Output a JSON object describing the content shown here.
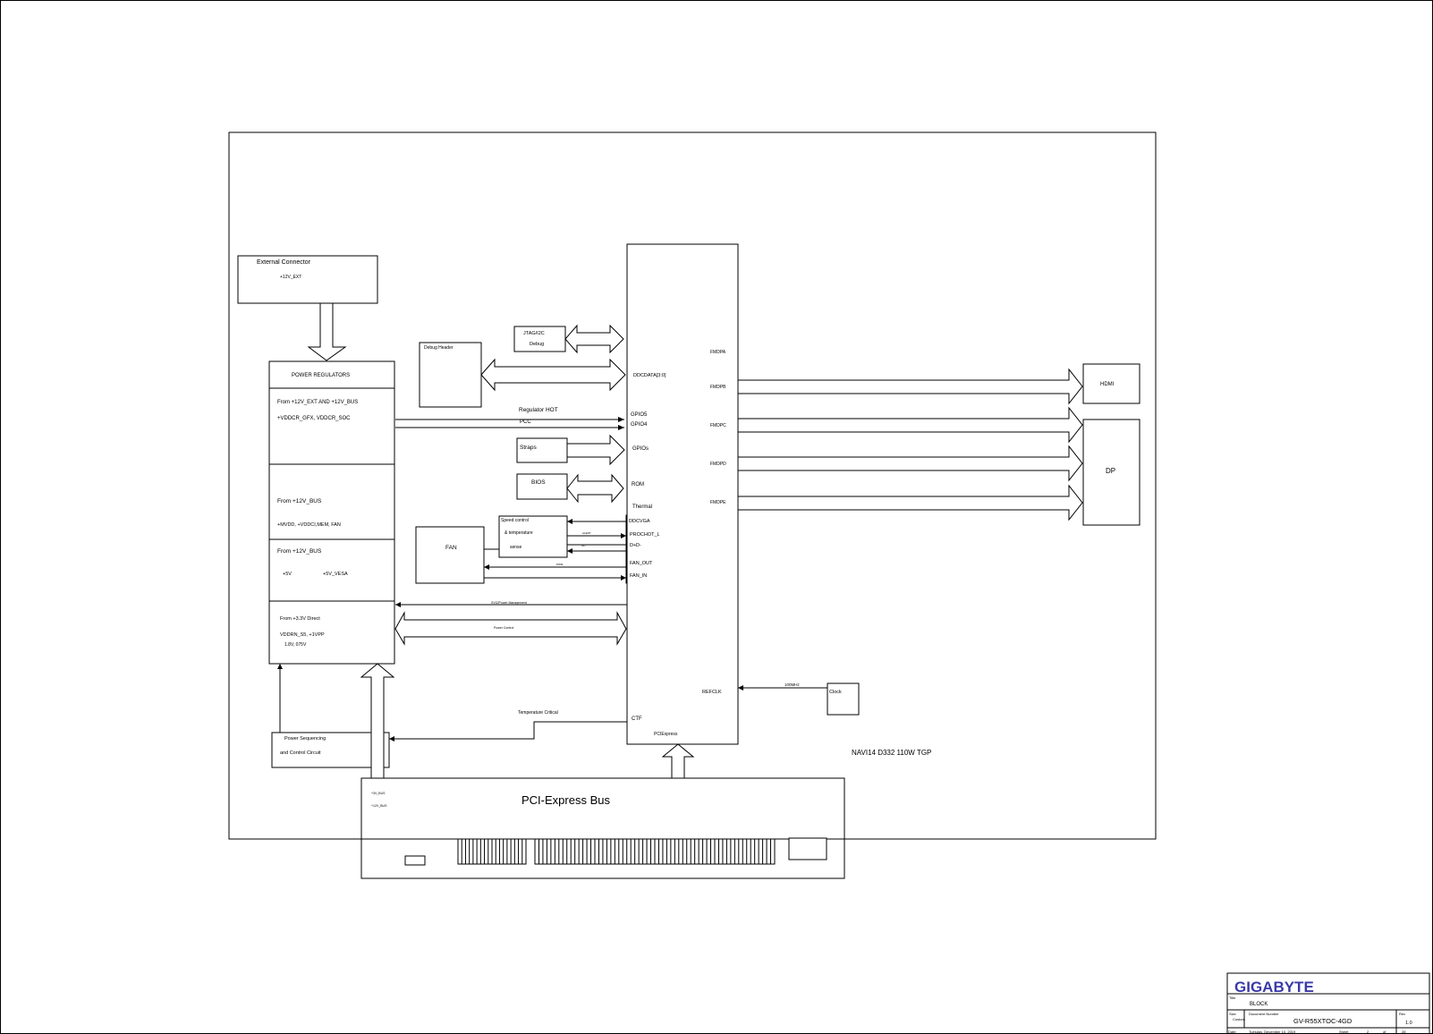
{
  "diagram": {
    "external_connector": {
      "title": "External Connector",
      "net": "+12V_EXT"
    },
    "power_regulators": {
      "title": "POWER REGULATORS",
      "section1": {
        "line1": "From +12V_EXT AND +12V_BUS",
        "line2": "+VDDCR_GFX, VDDCR_SOC"
      },
      "section2": {
        "line1": "From +12V_BUS",
        "line2": "+MVDD, +VDDCI,MEM, FAN"
      },
      "section3": {
        "line1": "From +12V_BUS",
        "line2a": "+5V",
        "line2b": "+5V_VESA"
      },
      "section4": {
        "line1": "From +3.3V Direct",
        "line2": "VDDRN_S5, +1VPP",
        "line3": "1.8V, 075V"
      }
    },
    "jtag": {
      "line1": "JTAG/I2C",
      "line2": "Debug"
    },
    "debug_header": "Debug Header",
    "straps": "Straps",
    "bios": "BIOS",
    "speed_control": {
      "line1": "Speed control",
      "line2": "& temperature",
      "line3": "sense"
    },
    "fan": "FAN",
    "power_sequencing": {
      "line1": "Power Sequencing",
      "line2": "and Control Circuit"
    },
    "clock": "Clock",
    "pcie_bus": {
      "title": "PCI-Express Bus",
      "rail1": "+3V_BUS",
      "rail2": "+12V_BUS"
    },
    "gpu": {
      "pins_left": {
        "ddc": "DDCDATA[3:0]",
        "gpio_a": "GPIO5",
        "gpio_b": "GPIO4",
        "gpio_c": "GPIOs",
        "rom": "ROM",
        "thermal": "Thermal",
        "ddc_vga": "DDCVGA",
        "prochot": "PROCHOT_L",
        "dplus": "D+",
        "dminus": "D-",
        "fan_out": "FAN_OUT",
        "fan_in": "FAN_IN",
        "ctf": "CTF",
        "pciexpress": "PCIExpress"
      },
      "pins_right": [
        "FMDPA",
        "FMDPB",
        "FMDPC",
        "FMDPD",
        "FMDPE"
      ],
      "refclk": "REFCLK"
    },
    "signals": {
      "regulator_hot": "Regulator HOT",
      "pcc": "PCC",
      "svi2": "SVI2/Power Management",
      "pwr_ctrl": "Power Control",
      "temp_critical": "Temperature Critical",
      "freq": "100MHz",
      "i2c": "I2C",
      "alert": "ALERT",
      "fan_pwm": "PWM"
    },
    "hdmi": "HDMI",
    "dp": "DP",
    "board_note": "NAVI14 D332 110W TGP"
  },
  "title_block": {
    "brand": "GIGABYTE",
    "title_label": "Title",
    "title_value": "BLOCK",
    "size_label": "Size",
    "size_value": "Custom",
    "doc_label": "Document Number",
    "doc_value": "GV-R55XTOC-4GD",
    "rev_label": "Rev",
    "rev_value": "1.0",
    "date_label": "Date:",
    "date_value": "Tuesday, December 10, 2019",
    "sheet_label": "Sheet",
    "sheet_value": "2",
    "of_label": "of",
    "of_value": "28"
  },
  "colors": {
    "brand": "#3a3aa8",
    "line": "#000000"
  }
}
